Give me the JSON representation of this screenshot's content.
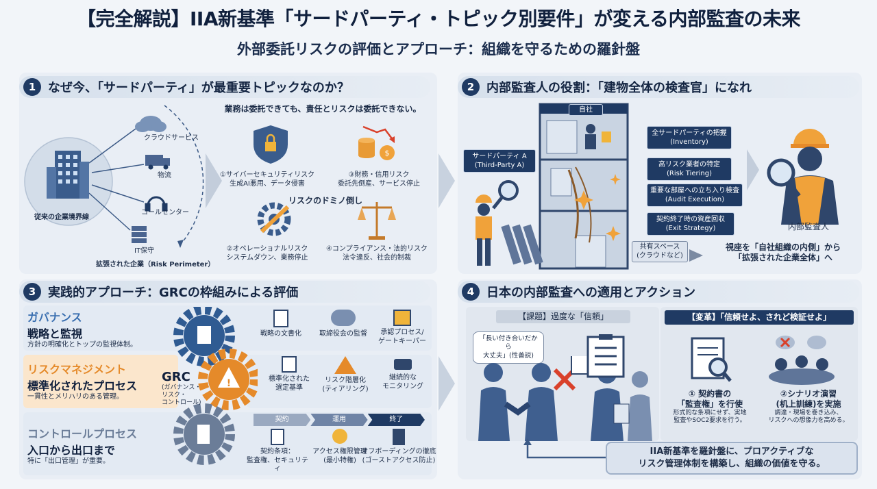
{
  "title": "【完全解説】IIA新基準「サードパーティ・トピック別要件」が変える内部監査の未来",
  "subtitle": "外部委託リスクの評価とアプローチ：組織を守るための羅針盤",
  "section1": {
    "num": "1",
    "heading": "なぜ今、「サードパーティ」が最重要トピックなのか？",
    "tagline": "業務は委託できても、責任とリスクは委託できない。",
    "company_label": "従来の企業境界線",
    "perimeter_label": "拡張された企業（Risk Perimeter）",
    "vendors": [
      "クラウドサービス",
      "物流",
      "コールセンター",
      "IT保守"
    ],
    "risks": [
      {
        "title": "①サイバーセキュリティリスク",
        "desc": "生成AI悪用、データ侵害"
      },
      {
        "title": "③財務・信用リスク",
        "desc": "委託先倒産、サービス停止"
      },
      {
        "title": "②オペレーショナルリスク",
        "desc": "システムダウン、業務停止"
      },
      {
        "title": "④コンプライアンス・法的リスク",
        "desc": "法令違反、社会的制裁"
      }
    ],
    "domino": "リスクのドミノ倒し"
  },
  "section2": {
    "num": "2",
    "heading": "内部監査人の役割：「建物全体の検査官」になれ",
    "building_label": "自社",
    "third_party": "サードパーティ A\n(Third-Party A)",
    "steps": [
      "全サードパーティの把握\n(Inventory)",
      "高リスク業者の特定\n(Risk Tiering)",
      "重要な部屋への立ち入り検査\n(Audit Execution)",
      "契約終了時の資産回収\n(Exit Strategy)"
    ],
    "shared_space": "共有スペース\n(クラウドなど)",
    "auditor_label": "内部監査人",
    "viewpoint": "視座を「自社組織の内側」から\n「拡張された企業全体」へ"
  },
  "section3": {
    "num": "3",
    "heading": "実践的アプローチ：GRCの枠組みによる評価",
    "gov_title": "ガバナンス",
    "gov_sub": "戦略と監視",
    "gov_desc": "方針の明確化とトップの監視体制。",
    "risk_title": "リスクマネジメント",
    "risk_sub": "標準化されたプロセス",
    "risk_desc": "一貫性とメリハリのある管理。",
    "ctrl_title": "コントロールプロセス",
    "ctrl_sub": "入口から出口まで",
    "ctrl_desc": "特に「出口管理」が重要。",
    "grc_title": "GRC",
    "grc_desc": "(ガバナンス・\nリスク・\nコントロール)",
    "gov_items": [
      "戦略の文書化",
      "取締役会の監督",
      "承認プロセス/\nゲートキーパー"
    ],
    "risk_items": [
      "標準化された\n選定基準",
      "リスク階層化\n(ティアリング)",
      "継続的な\nモニタリング"
    ],
    "phases": [
      "契約",
      "運用",
      "終了"
    ],
    "ctrl_items": [
      "契約条項：\n監査権、セキュリティ",
      "アクセス権限管理\n(最小特権)",
      "オフボーディングの徹底\n(ゴーストアクセス防止)"
    ]
  },
  "section4": {
    "num": "4",
    "heading": "日本の内部監査への適用とアクション",
    "issue_label": "【課題】過度な「信頼」",
    "speech": "「長い付き合いだから\n大丈夫」(性善説)",
    "reform_label": "【変革】「信頼せよ、されど検証せよ」",
    "action1_title": "① 契約書の\n「監査権」を行使",
    "action1_desc": "形式的な条項にせず、実地\n監査やSOC2要求を行う。",
    "action2_title": "②シナリオ演習\n(机上訓練)を実施",
    "action2_desc": "調達・現場を巻き込み、\nリスクへの想像力を高める。",
    "conclusion": "IIA新基準を羅針盤に、プロアクティブな\nリスク管理体制を構築し、組織の価値を守る。"
  },
  "colors": {
    "navy": "#1f3a63",
    "orange": "#f0a23a",
    "accent_orange": "#e58a2a",
    "red": "#d9412b"
  }
}
